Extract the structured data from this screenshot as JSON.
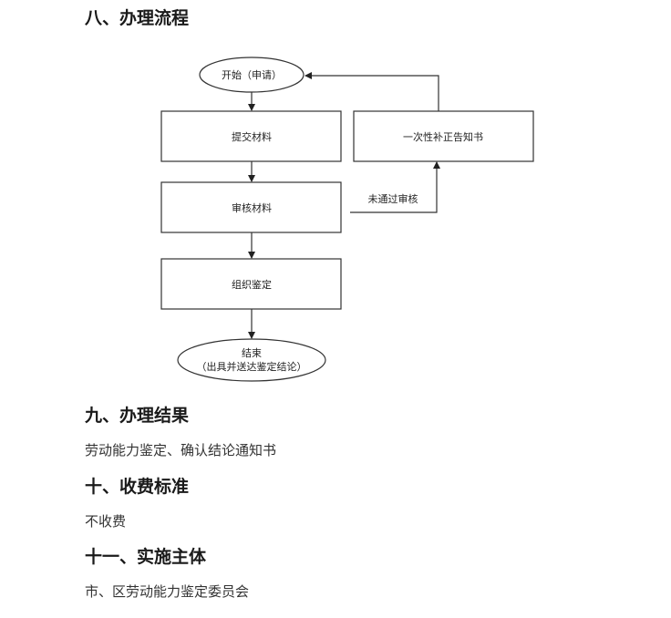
{
  "sections": {
    "process": {
      "title": "八、办理流程"
    },
    "result": {
      "title": "九、办理结果",
      "body": "劳动能力鉴定、确认结论通知书"
    },
    "fee": {
      "title": "十、收费标准",
      "body": "不收费"
    },
    "subject": {
      "title": "十一、实施主体",
      "body": "市、区劳动能力鉴定委员会"
    }
  },
  "flowchart": {
    "start": "开始（申请）",
    "submit": "提交材料",
    "review": "审核材料",
    "appraise": "组织鉴定",
    "end_line1": "结束",
    "end_line2": "（出具并送达鉴定结论）",
    "notify": "一次性补正告知书",
    "rejected": "未通过审核"
  }
}
